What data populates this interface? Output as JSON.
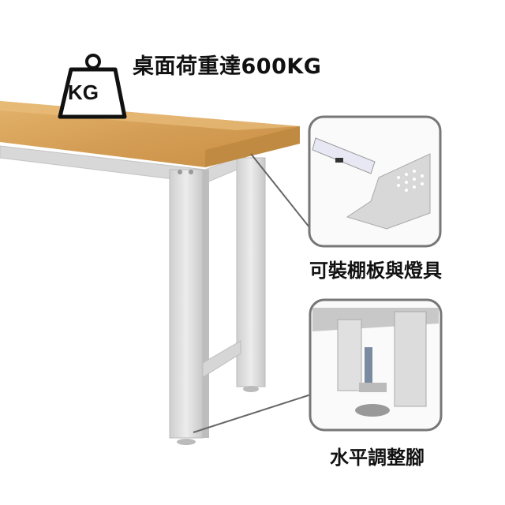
{
  "headline": "桌面荷重達600KG",
  "weight_icon_label": "KG",
  "callouts": [
    {
      "label": "可裝棚板與燈具"
    },
    {
      "label": "水平調整腳"
    }
  ],
  "colors": {
    "wood": "#d9a55a",
    "frame": "#dcdcdc",
    "border": "#777777",
    "text": "#111111"
  }
}
